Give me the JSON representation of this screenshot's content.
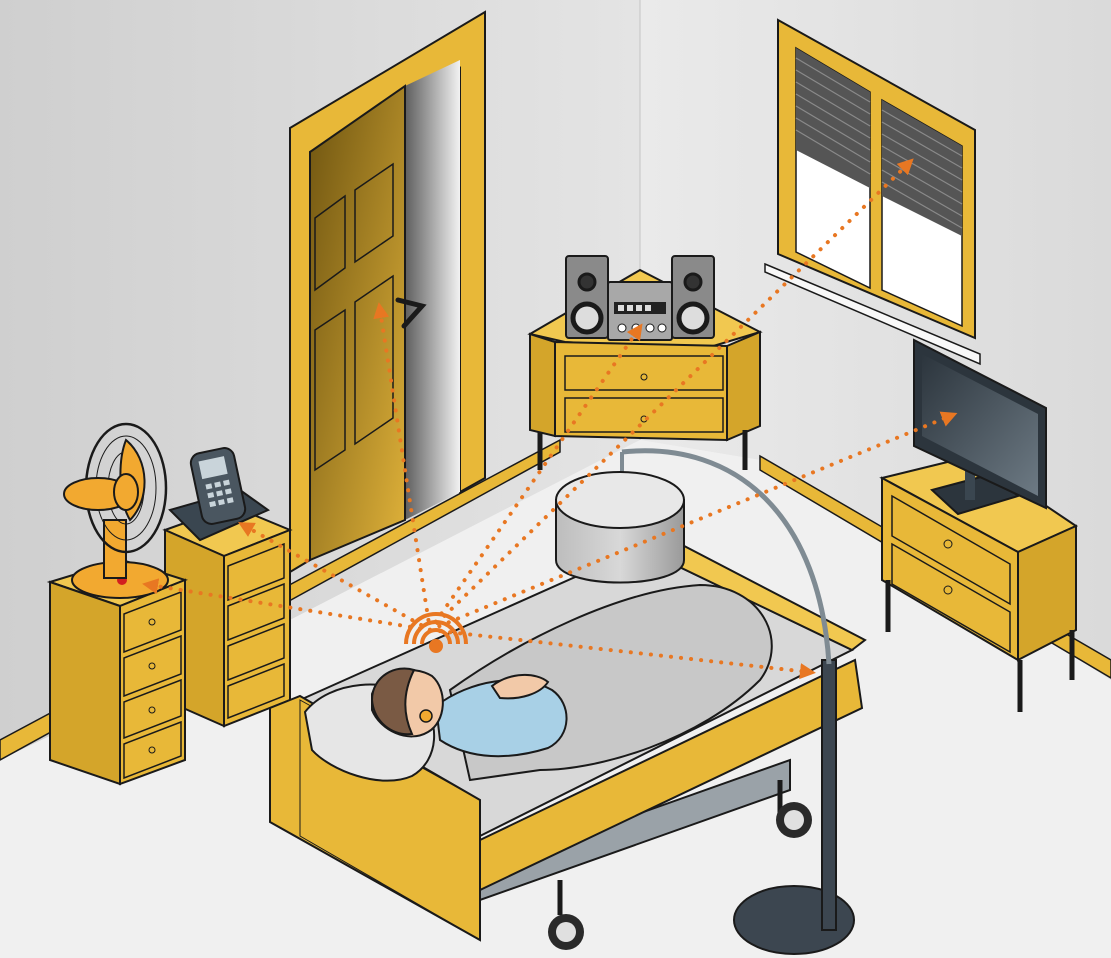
{
  "colors": {
    "furniture": "#e8b838",
    "furniture_dark": "#c99a1f",
    "outline": "#1a1a1a",
    "signal": "#e87722",
    "wall_left": "#d6d6d6",
    "wall_right": "#e2e2e2",
    "floor": "#f0f0f0",
    "door_panel": "#a07a18",
    "tv_screen": "#3a4650",
    "lamp": "#3c4650",
    "blanket": "#c8c8c8",
    "shirt": "#a8d0e6",
    "hair": "#7a5a44",
    "skin": "#f2c9a8"
  },
  "icons": {
    "transmitter": "radio-waves-icon",
    "fan": "desk-fan-icon",
    "phone": "cordless-phone-icon",
    "door": "door-icon",
    "stereo": "stereo-system-icon",
    "window": "window-blind-icon",
    "tv": "television-icon",
    "lamp": "floor-lamp-icon",
    "bed": "hospital-bed-icon",
    "person": "sleeping-person-icon"
  },
  "signal_targets": [
    "fan",
    "phone",
    "door",
    "stereo",
    "window",
    "television",
    "lamp"
  ]
}
